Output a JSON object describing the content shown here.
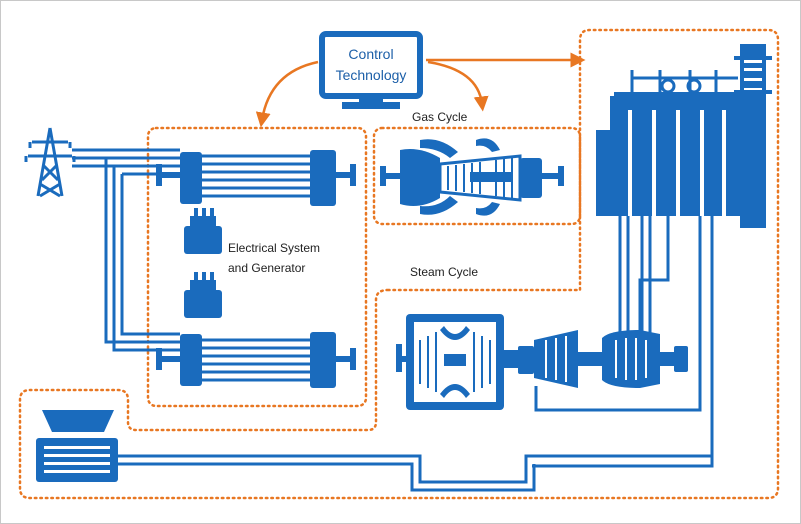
{
  "labels": {
    "control_line1": "Control",
    "control_line2": "Technology",
    "gas_cycle": "Gas Cycle",
    "steam_cycle": "Steam Cycle",
    "electrical_line1": "Electrical System",
    "electrical_line2": "and Generator"
  },
  "colors": {
    "equipment": "#1a6bbd",
    "dotted_border": "#e87722",
    "arrow": "#e87722",
    "frame": "#c8c8c8"
  }
}
